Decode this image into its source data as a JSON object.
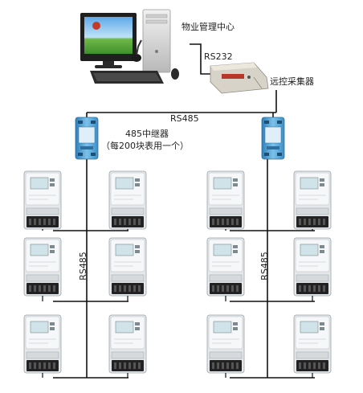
{
  "labels": {
    "property_center": "物业管理中心",
    "rs232": "RS232",
    "remote_collector": "远控采集器",
    "rs485_main": "RS485",
    "repeater_line1": "485中继器",
    "repeater_line2": "（每200块表用一个）",
    "rs485_left": "RS485",
    "rs485_right": "RS485"
  },
  "icons": {
    "computer": "desktop-computer-icon",
    "collector": "data-collector-icon",
    "repeater": "rs485-repeater-icon",
    "meter": "electric-meter-icon"
  },
  "colors": {
    "wire": "#111111",
    "device_blue": "#4a9ed0",
    "meter_body": "#e4e8eb",
    "meter_dark": "#222222"
  }
}
